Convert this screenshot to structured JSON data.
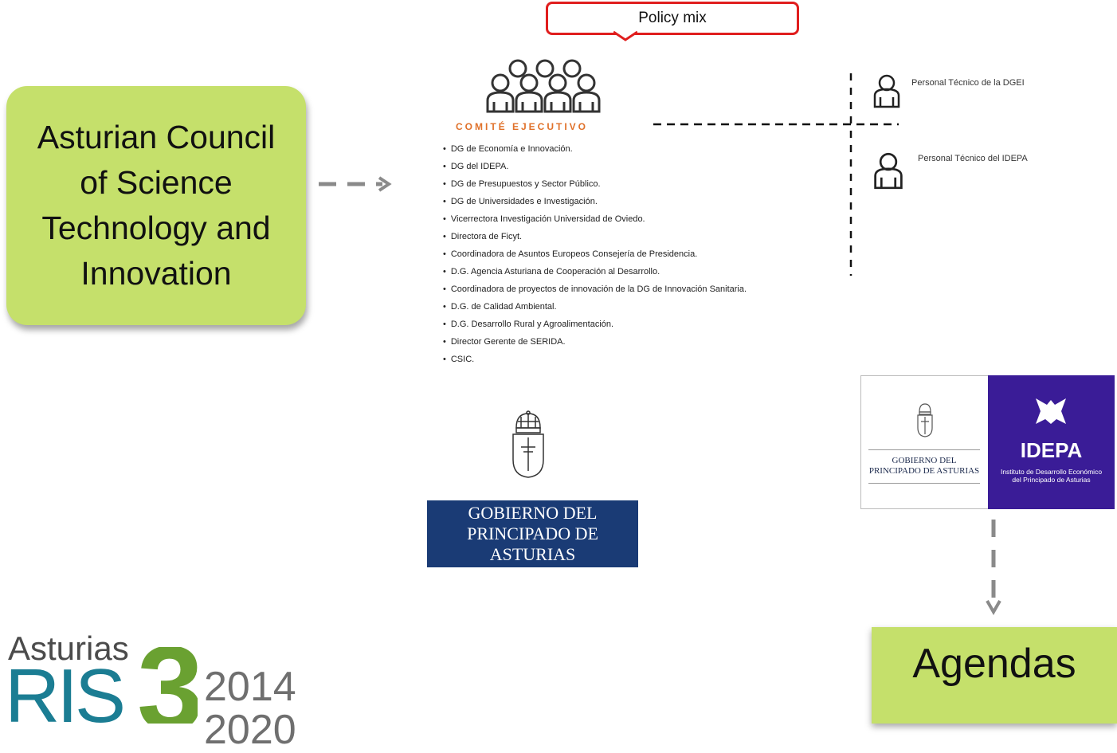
{
  "policy_mix": {
    "label": "Policy mix"
  },
  "council": {
    "label": "Asturian Council of Science Technology and Innovation"
  },
  "comite": {
    "title": "COMITÉ EJECUTIVO",
    "members": [
      "DG de Economía e Innovación.",
      "DG del IDEPA.",
      "DG de Presupuestos y Sector Público.",
      "DG de Universidades e Investigación.",
      "Vicerrectora Investigación Universidad de Oviedo.",
      "Directora de Ficyt.",
      "Coordinadora de Asuntos Europeos Consejería de Presidencia.",
      "D.G. Agencia Asturiana de Cooperación al Desarrollo.",
      "Coordinadora de proyectos de innovación de la DG de Innovación Sanitaria.",
      "D.G. de Calidad Ambiental.",
      "D.G. Desarrollo Rural y Agroalimentación.",
      "Director Gerente de SERIDA.",
      "CSIC."
    ]
  },
  "staff": {
    "dgei": "Personal Técnico de la DGEI",
    "idepa": "Personal Técnico del IDEPA"
  },
  "gov_logo": {
    "line1": "GOBIERNO DEL",
    "line2": "PRINCIPADO DE ASTURIAS"
  },
  "idepa_logo": {
    "gov_line1": "GOBIERNO DEL",
    "gov_line2": "PRINCIPADO DE ASTURIAS",
    "name": "IDEPA",
    "desc_line1": "Instituto de Desarrollo Económico",
    "desc_line2": "del Principado de Asturias"
  },
  "agendas": {
    "label": "Agendas"
  },
  "ris3_logo": {
    "region": "Asturias",
    "letters": "RIS",
    "digit": "3",
    "year_start": "2014",
    "year_end": "2020"
  },
  "colors": {
    "green_box": "#c5e06b",
    "callout_border": "#e01e1e",
    "comite_title": "#e0712a",
    "gov_blue": "#1a3b75",
    "idepa_purple": "#3a1c97",
    "ris_teal": "#1b7d93",
    "ris_green": "#6aa131"
  }
}
